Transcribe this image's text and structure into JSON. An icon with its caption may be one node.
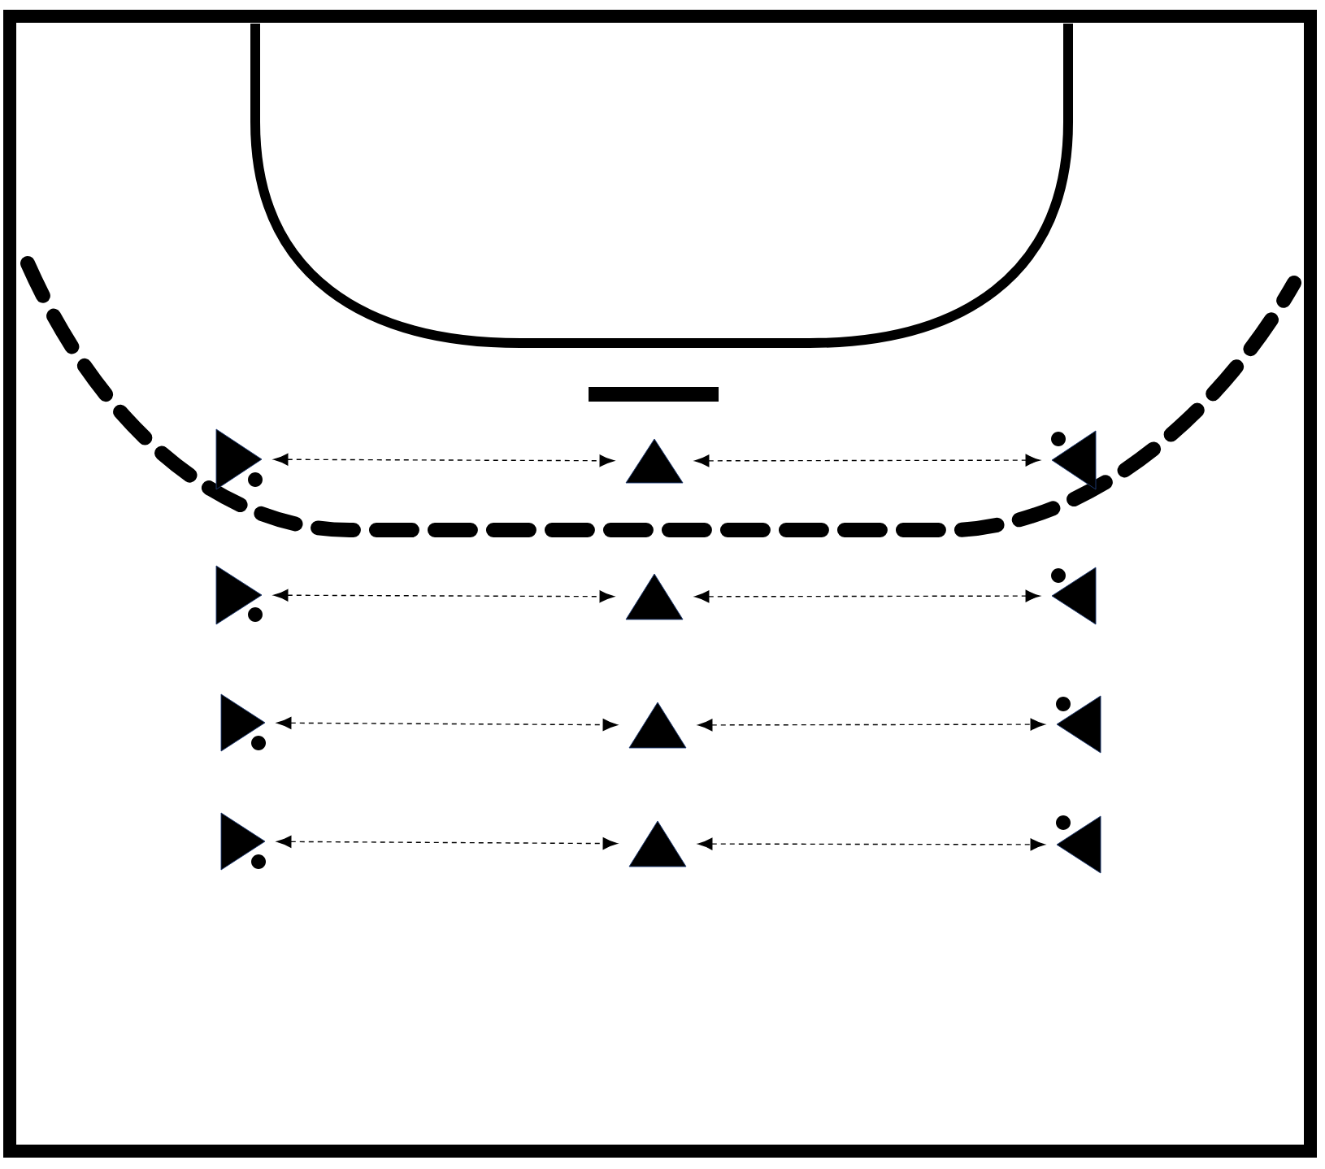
{
  "diagram": {
    "nodes": [
      {
        "text": [],
        "shape": "triangle"
      },
      {
        "text": [],
        "shape": "triangle"
      },
      {
        "text": [],
        "shape": "triangle"
      },
      {
        "text": [],
        "shape": "triangle"
      },
      {
        "text": [],
        "shape": "triangle"
      },
      {
        "text": [],
        "shape": "triangle"
      },
      {
        "text": [],
        "shape": "triangle"
      },
      {
        "text": [],
        "shape": "triangle"
      },
      {
        "text": [],
        "shape": "triangle"
      },
      {
        "text": [],
        "shape": "triangle"
      },
      {
        "text": [],
        "shape": "triangle"
      },
      {
        "text": [],
        "shape": "triangle"
      }
    ],
    "edges": [
      {
        "from": 0,
        "to": 1,
        "arrow": "both",
        "style": "dashed"
      },
      {
        "from": 1,
        "to": 2,
        "arrow": "both",
        "style": "dashed"
      },
      {
        "from": 3,
        "to": 4,
        "arrow": "both",
        "style": "dashed"
      },
      {
        "from": 4,
        "to": 5,
        "arrow": "both",
        "style": "dashed"
      },
      {
        "from": 6,
        "to": 7,
        "arrow": "both",
        "style": "dashed"
      },
      {
        "from": 7,
        "to": 8,
        "arrow": "both",
        "style": "dashed"
      },
      {
        "from": 9,
        "to": 10,
        "arrow": "both",
        "style": "dashed"
      },
      {
        "from": 10,
        "to": 11,
        "arrow": "both",
        "style": "dashed"
      }
    ]
  }
}
